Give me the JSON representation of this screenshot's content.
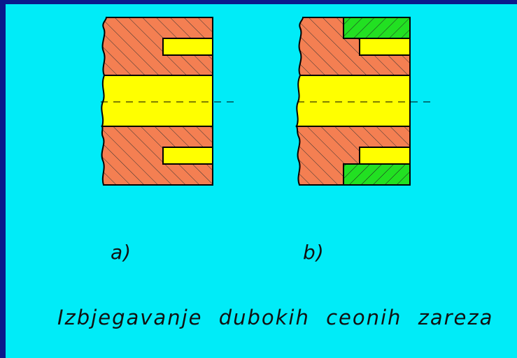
{
  "colors": {
    "background_frame": "#0a1a8c",
    "slide": "#00ecf8",
    "part_material": "#f47f52",
    "groove_fill": "#ffff00",
    "insert_material": "#22e022",
    "outline": "#000000"
  },
  "labels": {
    "a": "a)",
    "b": "b)"
  },
  "caption": "Izbjegavanje  dubokih  ceonih  zareza"
}
